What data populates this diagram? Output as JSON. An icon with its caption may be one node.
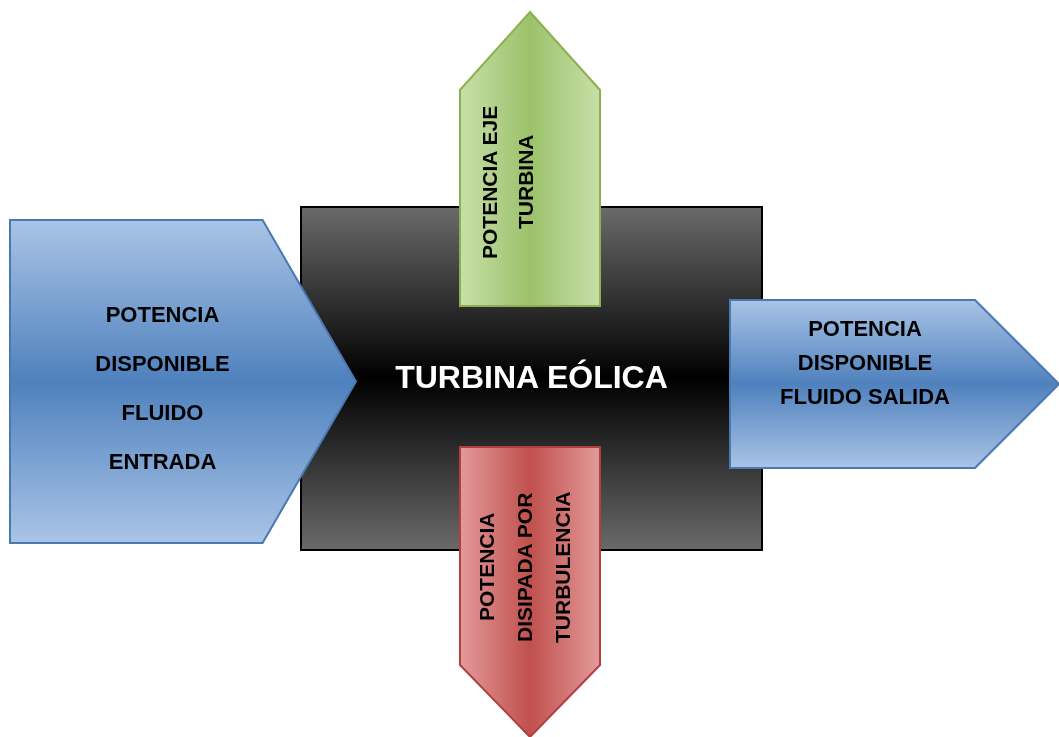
{
  "diagram": {
    "nodes": [
      {
        "text": [
          "POTENCIA EJE TURBINA"
        ]
      },
      {
        "text": [
          "POTENCIA DISPONIBLE FLUIDO ENTRADA"
        ]
      },
      {
        "text": [
          "TURBINA EÓLICA"
        ]
      },
      {
        "text": [
          "POTENCIA DISPONIBLE FLUIDO SALIDA"
        ]
      },
      {
        "text": [
          "POTENCIA DISIPADA POR TURBULENCIA"
        ]
      }
    ]
  }
}
